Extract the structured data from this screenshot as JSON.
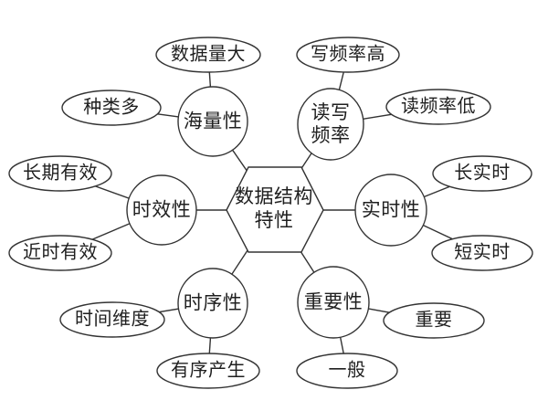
{
  "diagram": {
    "type": "concept-map",
    "colors": {
      "line": "#333333",
      "text": "#1f1f1f",
      "node_fill": "#ffffff",
      "background": "#ffffff"
    },
    "center": {
      "label": "数据结构\n特性",
      "shape": "hexagon"
    },
    "branches": [
      {
        "label": "海量性",
        "shape": "circle",
        "leaves": [
          {
            "label": "数据量大"
          },
          {
            "label": "种类多"
          }
        ]
      },
      {
        "label": "读写\n频率",
        "label_flat": "读写频率",
        "shape": "circle",
        "leaves": [
          {
            "label": "写频率高"
          },
          {
            "label": "读频率低"
          }
        ]
      },
      {
        "label": "实时性",
        "shape": "circle",
        "leaves": [
          {
            "label": "长实时"
          },
          {
            "label": "短实时"
          }
        ]
      },
      {
        "label": "重要性",
        "shape": "circle",
        "leaves": [
          {
            "label": "重要"
          },
          {
            "label": "一般"
          }
        ]
      },
      {
        "label": "时序性",
        "shape": "circle",
        "leaves": [
          {
            "label": "时间维度"
          },
          {
            "label": "有序产生"
          }
        ]
      },
      {
        "label": "时效性",
        "shape": "circle",
        "leaves": [
          {
            "label": "长期有效"
          },
          {
            "label": "近时有效"
          }
        ]
      }
    ]
  }
}
